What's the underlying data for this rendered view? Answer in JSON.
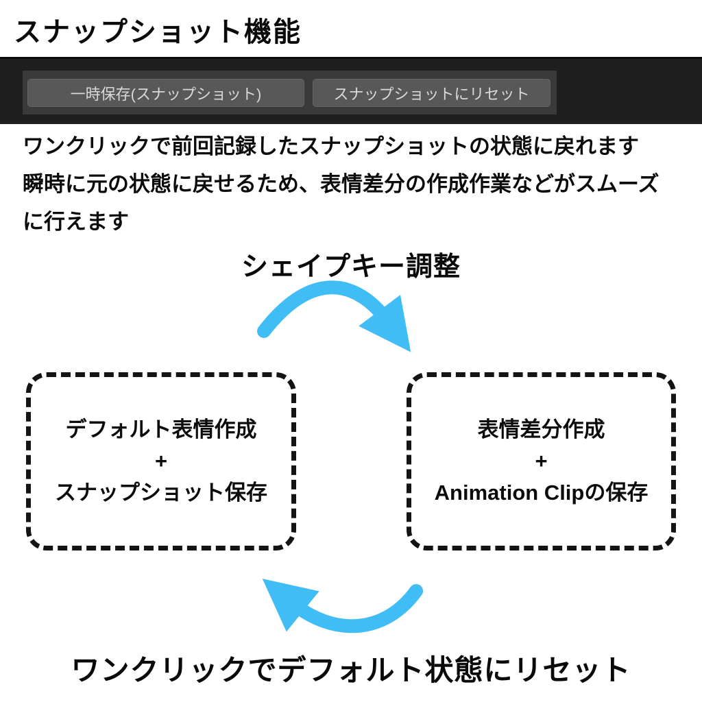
{
  "page": {
    "background": "#ffffff",
    "ink_color": "#0c0c0c",
    "title": "スナップショット機能"
  },
  "toolbar": {
    "bar_bg": "#1f1f1f",
    "panel_bg": "#3a3a3a",
    "button_bg": "#585858",
    "button_text_color": "#d9d9d9",
    "buttons": [
      {
        "label": "一時保存(スナップショット)"
      },
      {
        "label": "スナップショットにリセット"
      }
    ]
  },
  "description": {
    "lines": [
      "ワンクリックで前回記録したスナップショットの状態に戻れます",
      "瞬時に元の状態に戻せるため、表情差分の作成作業などがスムーズ",
      "に行えます"
    ]
  },
  "diagram": {
    "arrow_color": "#3fbdf4",
    "top_label": "シェイプキー調整",
    "bottom_label": "ワンクリックでデフォルト状態にリセット",
    "left_box": {
      "lines": [
        "デフォルト表情作成",
        "+",
        "スナップショット保存"
      ]
    },
    "right_box": {
      "lines": [
        "表情差分作成",
        "+",
        "Animation Clipの保存"
      ]
    }
  }
}
